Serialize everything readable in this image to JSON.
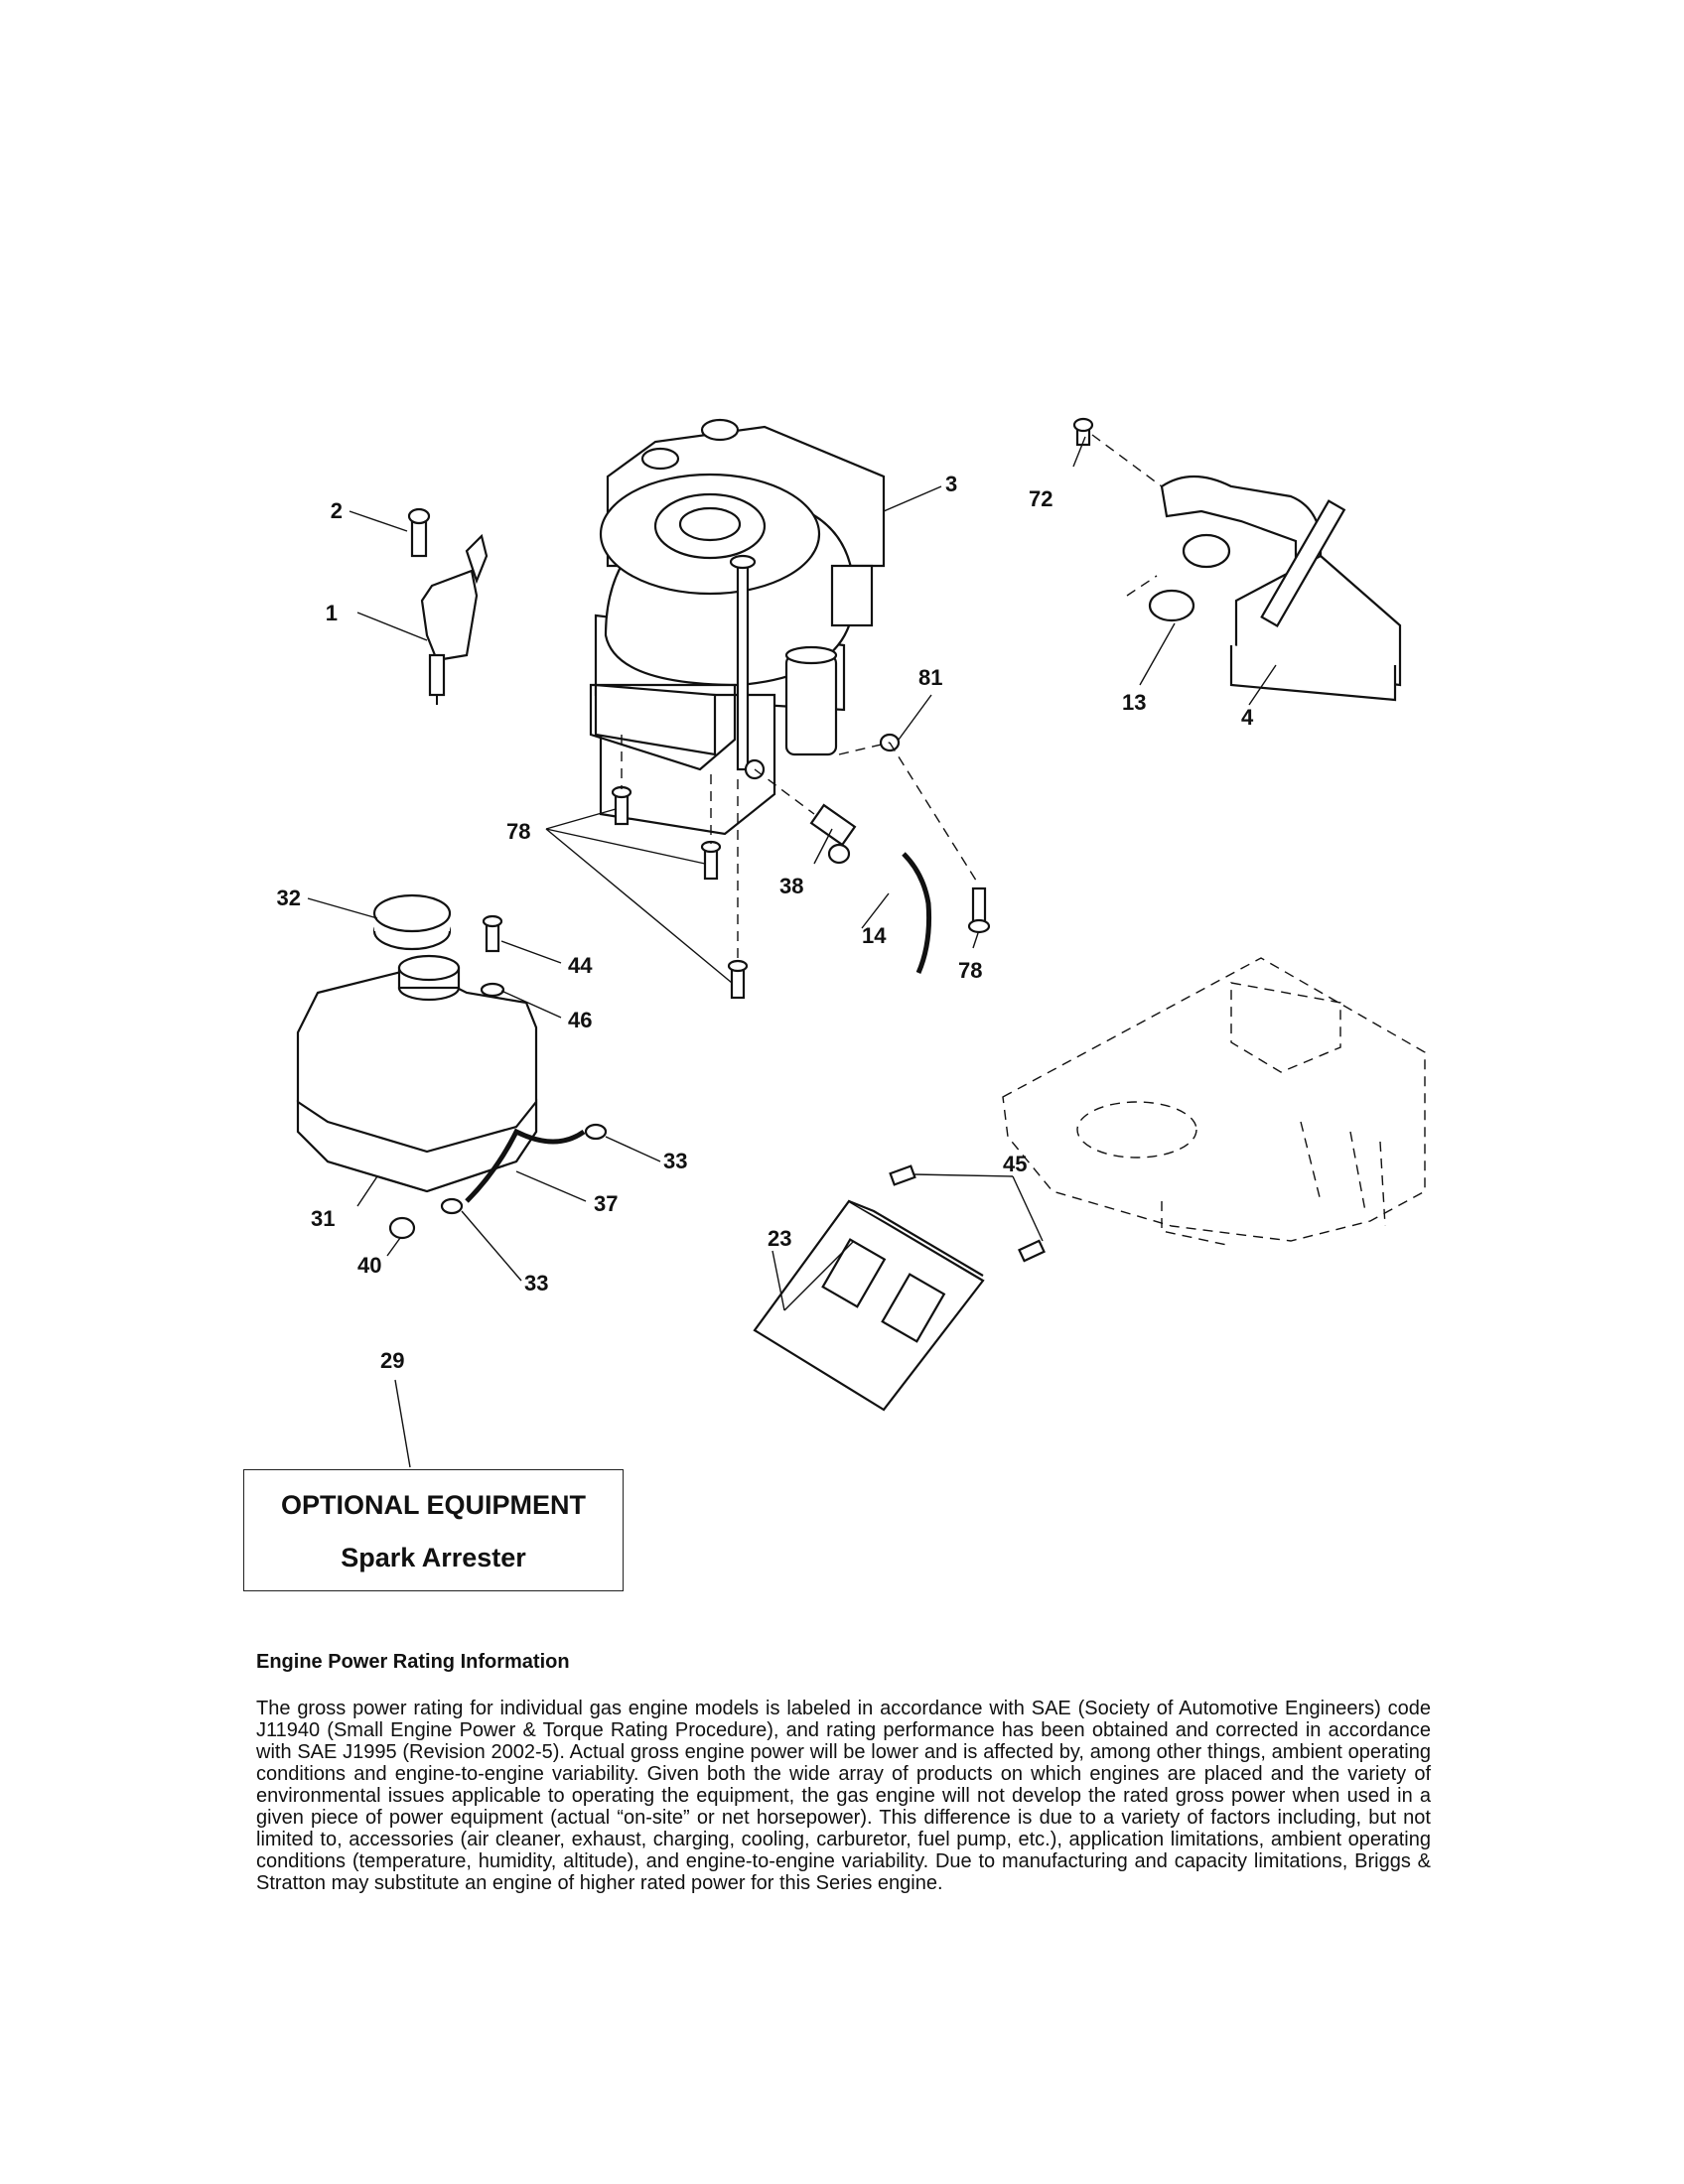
{
  "callouts": [
    {
      "id": "c1",
      "label": "1"
    },
    {
      "id": "c2",
      "label": "2"
    },
    {
      "id": "c3",
      "label": "3"
    },
    {
      "id": "c4",
      "label": "4"
    },
    {
      "id": "c13",
      "label": "13"
    },
    {
      "id": "c14",
      "label": "14"
    },
    {
      "id": "c23",
      "label": "23"
    },
    {
      "id": "c29",
      "label": "29"
    },
    {
      "id": "c31",
      "label": "31"
    },
    {
      "id": "c32",
      "label": "32"
    },
    {
      "id": "c33a",
      "label": "33"
    },
    {
      "id": "c33b",
      "label": "33"
    },
    {
      "id": "c37",
      "label": "37"
    },
    {
      "id": "c38",
      "label": "38"
    },
    {
      "id": "c40",
      "label": "40"
    },
    {
      "id": "c44",
      "label": "44"
    },
    {
      "id": "c45",
      "label": "45"
    },
    {
      "id": "c46",
      "label": "46"
    },
    {
      "id": "c72",
      "label": "72"
    },
    {
      "id": "c78a",
      "label": "78"
    },
    {
      "id": "c78b",
      "label": "78"
    },
    {
      "id": "c81",
      "label": "81"
    }
  ],
  "optional_equipment": {
    "title": "OPTIONAL EQUIPMENT",
    "item": "Spark Arrester"
  },
  "engine_info": {
    "heading": "Engine Power Rating Information",
    "body": "The gross power rating for individual gas engine models is labeled in accordance with SAE (Society of Automotive Engineers) code J11940 (Small Engine Power & Torque Rating Procedure), and rating performance has been obtained and corrected in accordance with SAE J1995 (Revision 2002-5). Actual gross engine power will be lower and is affected by, among other things, ambient operating conditions and engine-to-engine variability. Given both the wide array of products on which engines are placed and the variety of environmental issues applicable to operating the equipment, the gas engine will not develop the rated gross power when used in a given piece of power equipment (actual “on-site” or net horsepower). This difference is due to a variety of factors including, but not limited to, accessories (air cleaner, exhaust, charging, cooling, carburetor, fuel pump, etc.), application limitations, ambient operating conditions (temperature, humidity, altitude), and engine-to-engine variability. Due to manufacturing and capacity limitations, Briggs & Stratton may substitute an engine of higher rated power for this Series engine."
  }
}
